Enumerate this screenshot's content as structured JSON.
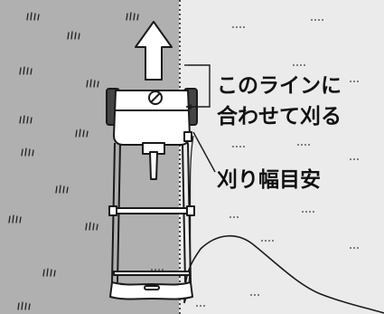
{
  "callouts": {
    "align_line_1": "このラインに",
    "align_line_2": "合わせて刈る",
    "cutting_width": "刈り幅目安"
  },
  "colors": {
    "mowed_area": "#b0b0b0",
    "unmowed_area": "#ebebeb",
    "outline": "#1a1a1a",
    "grass_mark": "#222222"
  },
  "icons": [
    "direction-arrow-icon",
    "grass-blade-marks",
    "mower-body",
    "power-cord"
  ]
}
